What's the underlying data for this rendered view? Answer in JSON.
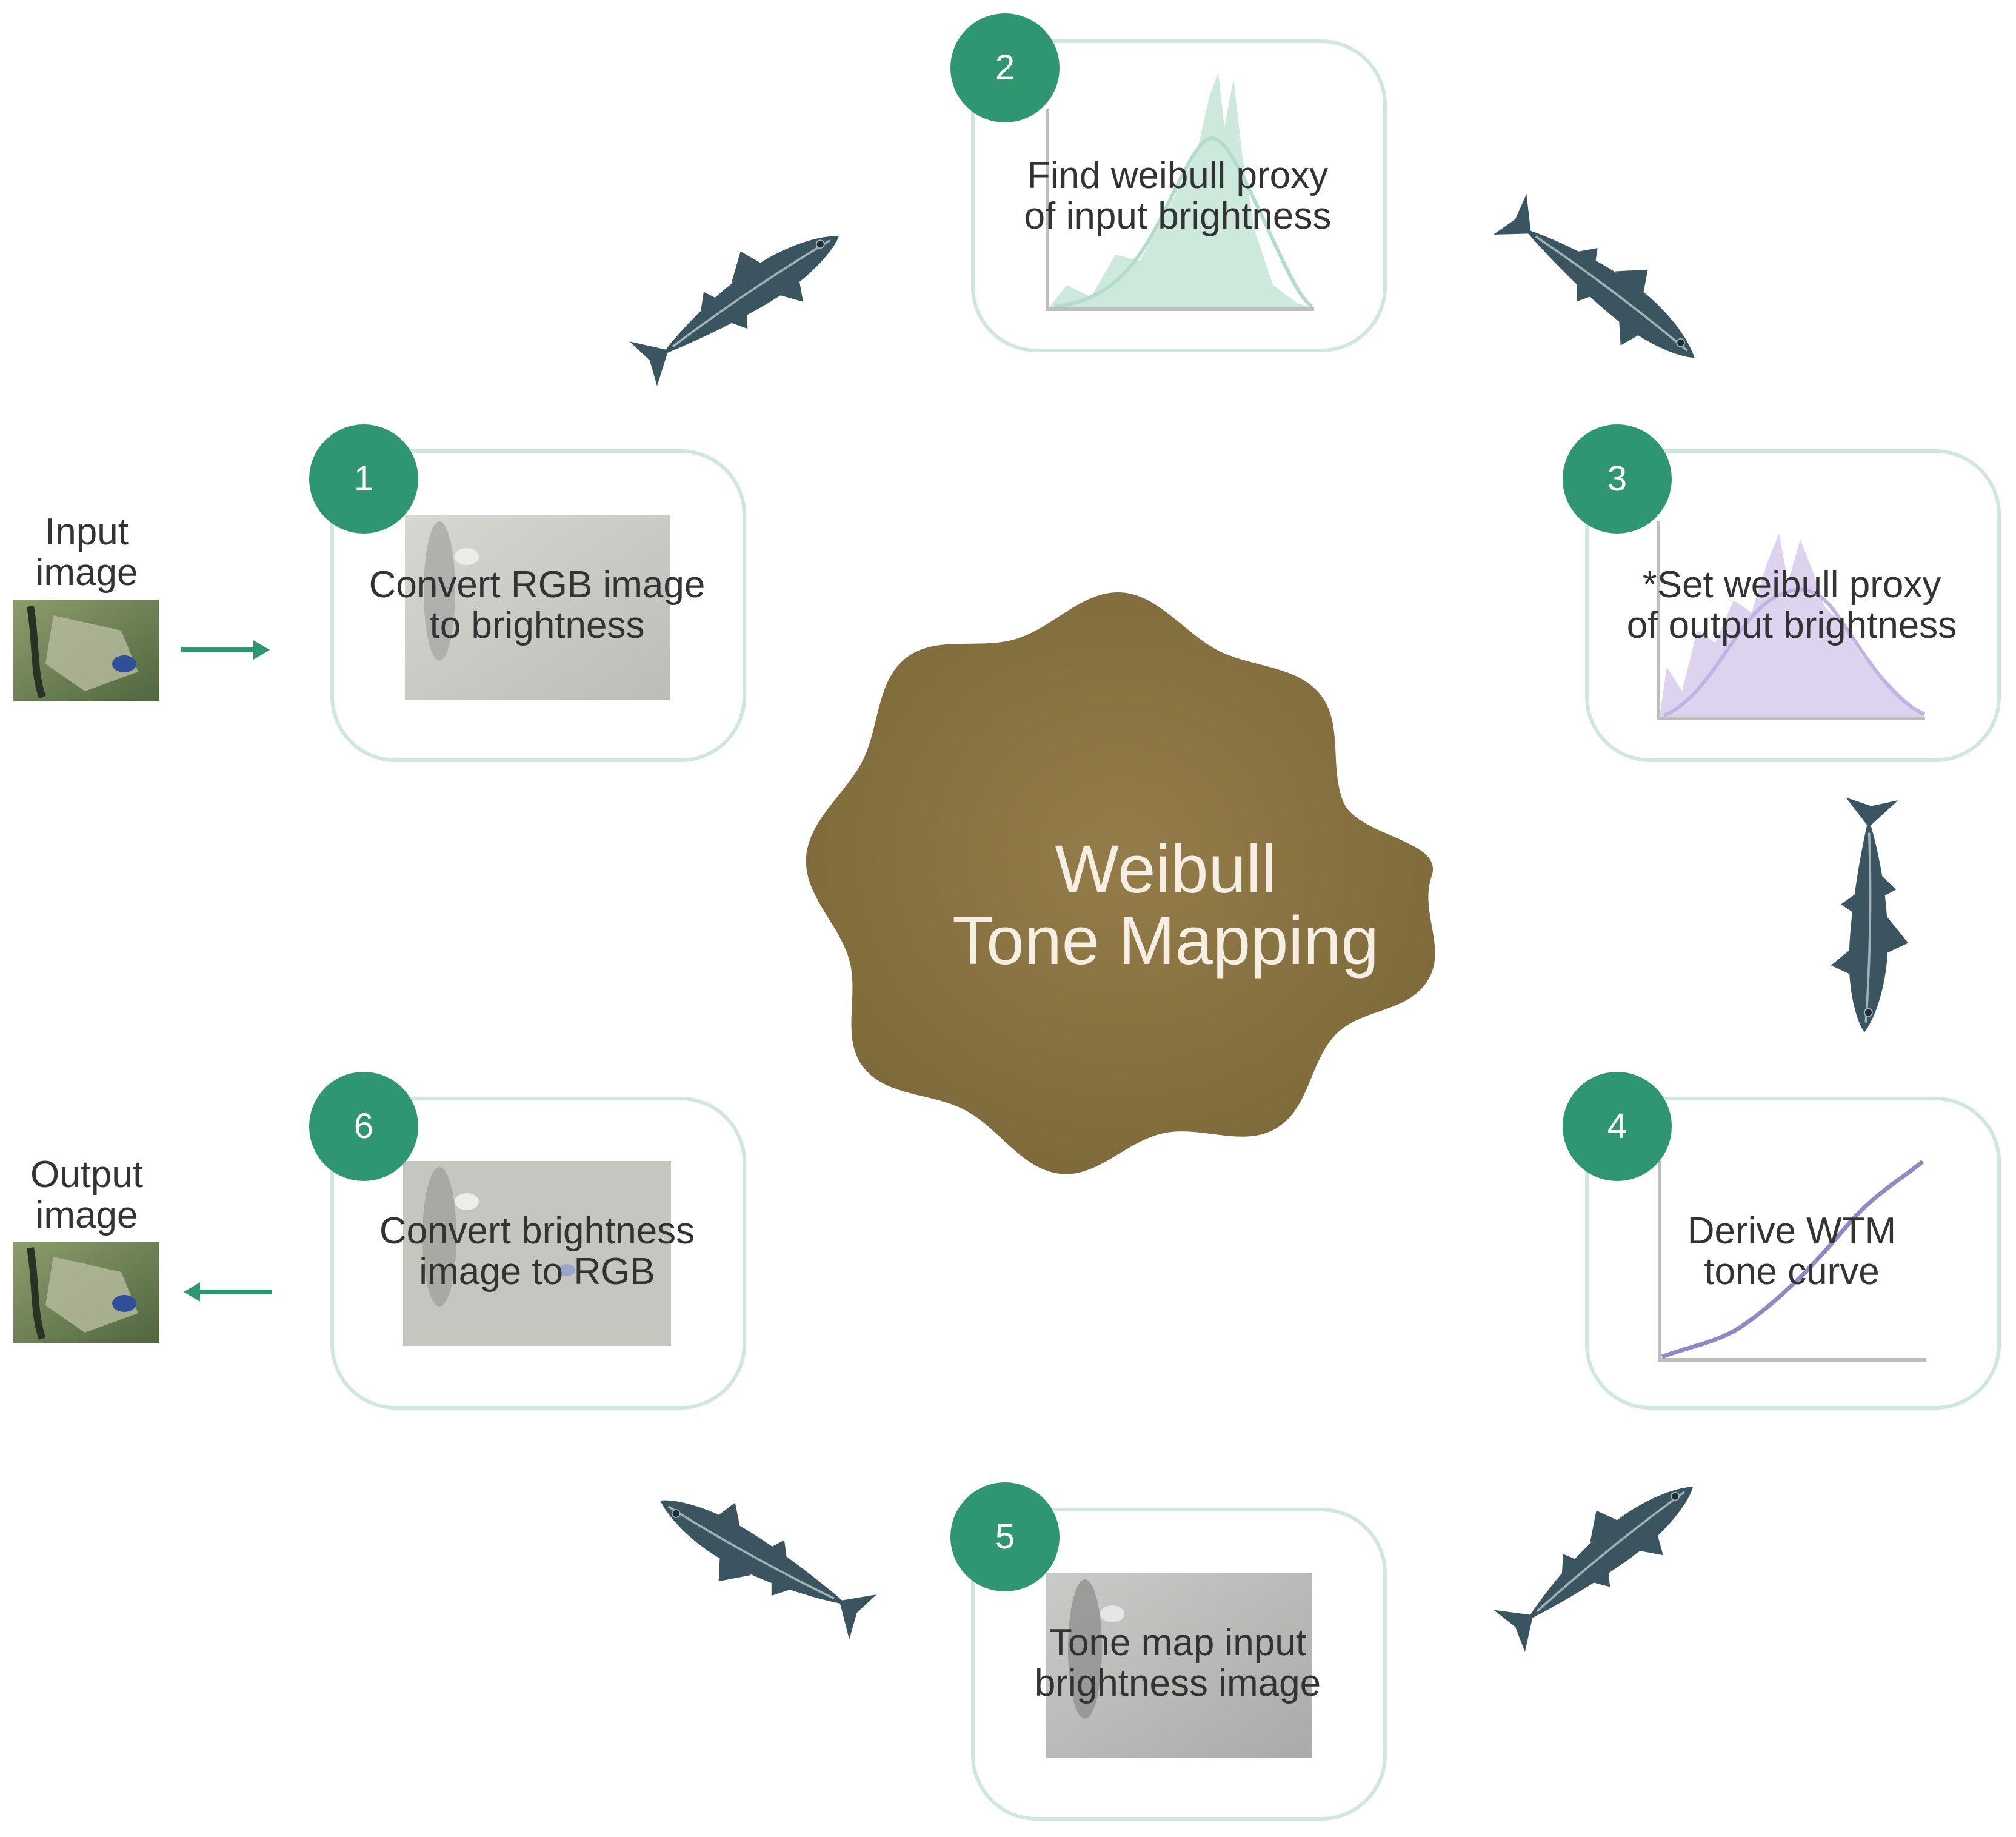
{
  "title": "Weibull\nTone Mapping",
  "input_label": "Input\nimage",
  "output_label": "Output\nimage",
  "steps": [
    {
      "number": "1",
      "text": "Convert RGB image\nto brightness"
    },
    {
      "number": "2",
      "text": "Find weibull proxy\nof input brightness"
    },
    {
      "number": "3",
      "text": "*Set weibull proxy\nof output brightness"
    },
    {
      "number": "4",
      "text": "Derive WTM\ntone curve"
    },
    {
      "number": "5",
      "text": "Tone map input\nbrightness image"
    },
    {
      "number": "6",
      "text": "Convert brightness\nimage to RGB"
    }
  ],
  "colors": {
    "accent_green": "#2e9772",
    "card_border": "#cfe8dc",
    "center_badge": "#8b7442",
    "center_text": "#f4efe2",
    "fish": "#3b5560",
    "histogram_green": "#cde9dc",
    "histogram_purple": "#ddd3ef",
    "curve_purple": "#8e88c5"
  },
  "icons": [
    "fish-icon",
    "right-arrow-icon",
    "left-arrow-icon"
  ]
}
